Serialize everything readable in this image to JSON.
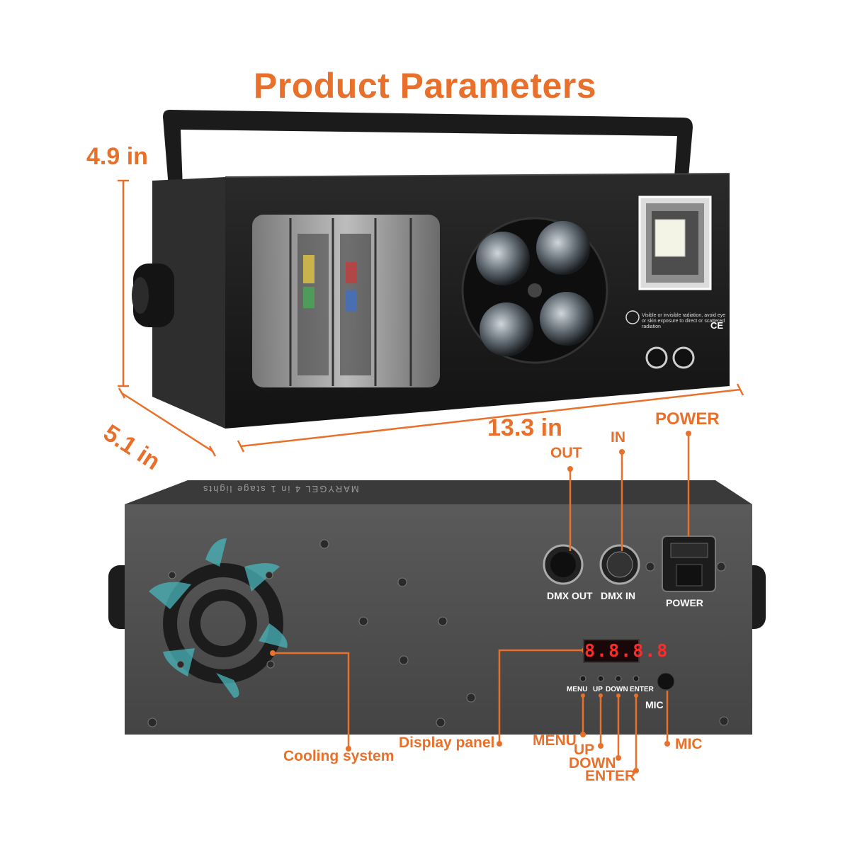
{
  "title": "Product Parameters",
  "dimensions": {
    "height": "4.9 in",
    "depth": "5.1 in",
    "width": "13.3 in"
  },
  "front_panel": {
    "warning_text": "Visible or invisible radiation, avoid eye or skin exposure to direct or scattered radiation",
    "ce_mark": "CE"
  },
  "rear_panel": {
    "brand_text": "MARYGEL 4 in 1 stage lights",
    "connectors": {
      "dmx_out": "DMX OUT",
      "dmx_in": "DMX IN",
      "power": "POWER"
    },
    "display_value": "8.8.8.8",
    "buttons": {
      "menu": "MENU",
      "up": "UP",
      "down": "DOWN",
      "enter": "ENTER"
    },
    "mic": "MIC"
  },
  "callouts": {
    "out": "OUT",
    "in": "IN",
    "power": "POWER",
    "cooling": "Cooling system",
    "display": "Display panel",
    "menu": "MENU",
    "up": "UP",
    "down": "DOWN",
    "enter": "ENTER",
    "mic": "MIC"
  },
  "colors": {
    "accent": "#e8702a",
    "panel": "#505050",
    "body": "#1c1c1c"
  }
}
